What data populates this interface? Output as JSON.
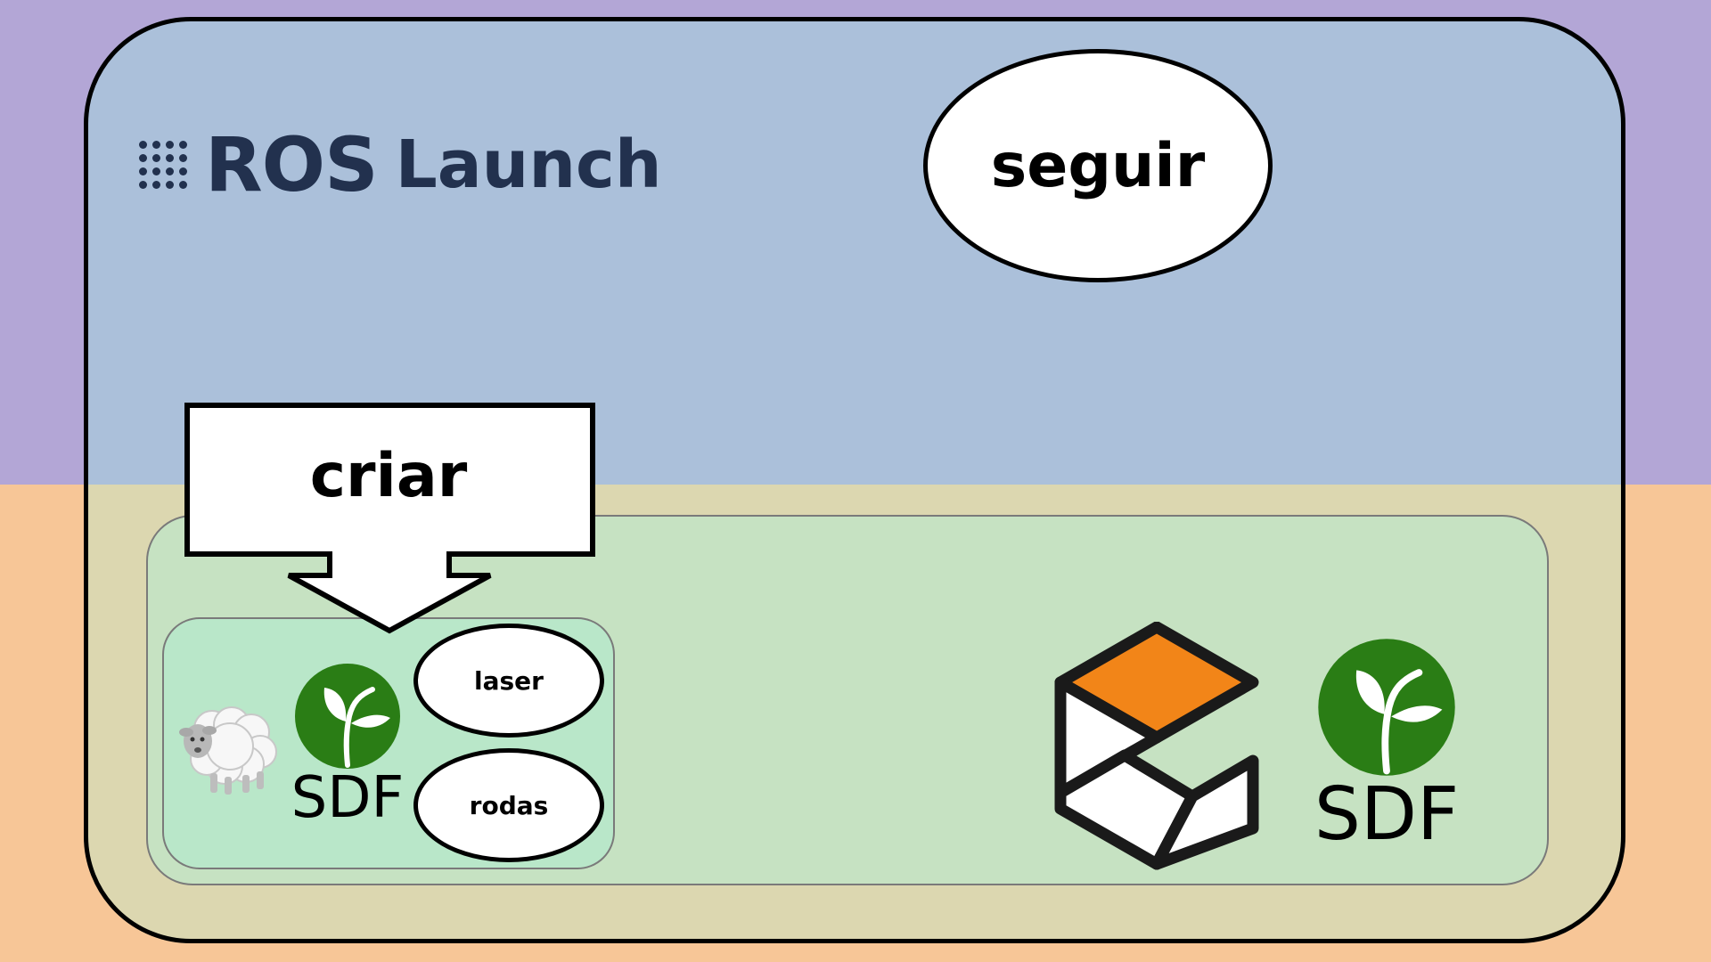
{
  "logo": {
    "ros": "ROS",
    "launch": "Launch",
    "text_color": "#22314e"
  },
  "nodes": {
    "seguir": "seguir",
    "laser": "laser",
    "rodas": "rodas"
  },
  "callout": {
    "label": "criar"
  },
  "sdf": {
    "small": "SDF",
    "large": "SDF",
    "leaf_color": "#2a7d15"
  },
  "icons": {
    "sheep": "sheep-icon",
    "gazebo": "gazebo-icon",
    "sdf": "sdf-leaf-icon"
  },
  "colors": {
    "background_top": "#b3a6d6",
    "background_bottom": "#f7c697",
    "container_top": "#abc0da",
    "container_bottom": "#dcd7b0",
    "green_panel": "#c6e2c2",
    "mint_panel": "#b9e7c9",
    "gazebo_orange": "#f28518"
  }
}
